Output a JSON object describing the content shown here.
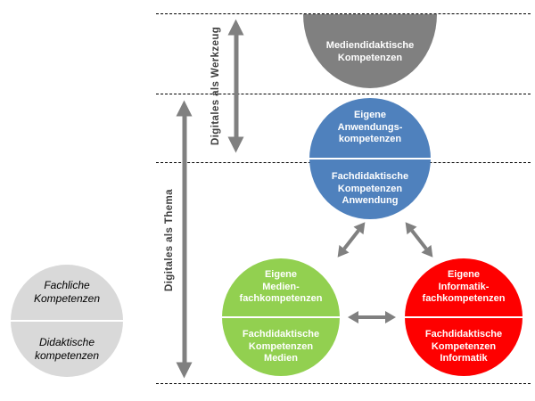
{
  "diagram": {
    "axis_labels": {
      "werkzeug": "Digitales als Werkzeug",
      "thema": "Digitales als Thema"
    },
    "circles": {
      "mediendidaktik": {
        "label": "Mediendidaktische\nKompetenzen",
        "color": "#808080"
      },
      "anwendung": {
        "top": "Eigene\nAnwendungs-\nkompetenzen",
        "bottom": "Fachdidaktische\nKompetenzen\nAnwendung",
        "color": "#4f81bd"
      },
      "medien": {
        "top": "Eigene\nMedien-\nfachkompetenzen",
        "bottom": "Fachdidaktische\nKompetenzen\nMedien",
        "color": "#92d050"
      },
      "informatik": {
        "top": "Eigene\nInformatik-\nfachkompetenzen",
        "bottom": "Fachdidaktische\nKompetenzen\nInformatik",
        "color": "#fe0000"
      },
      "grundlagen": {
        "top": "Fachliche\nKompetenzen",
        "bottom": "Didaktische\nkompetenzen",
        "color": "#d9d9d9"
      }
    },
    "arrow_color": "#808080",
    "line_color": "#000000"
  }
}
